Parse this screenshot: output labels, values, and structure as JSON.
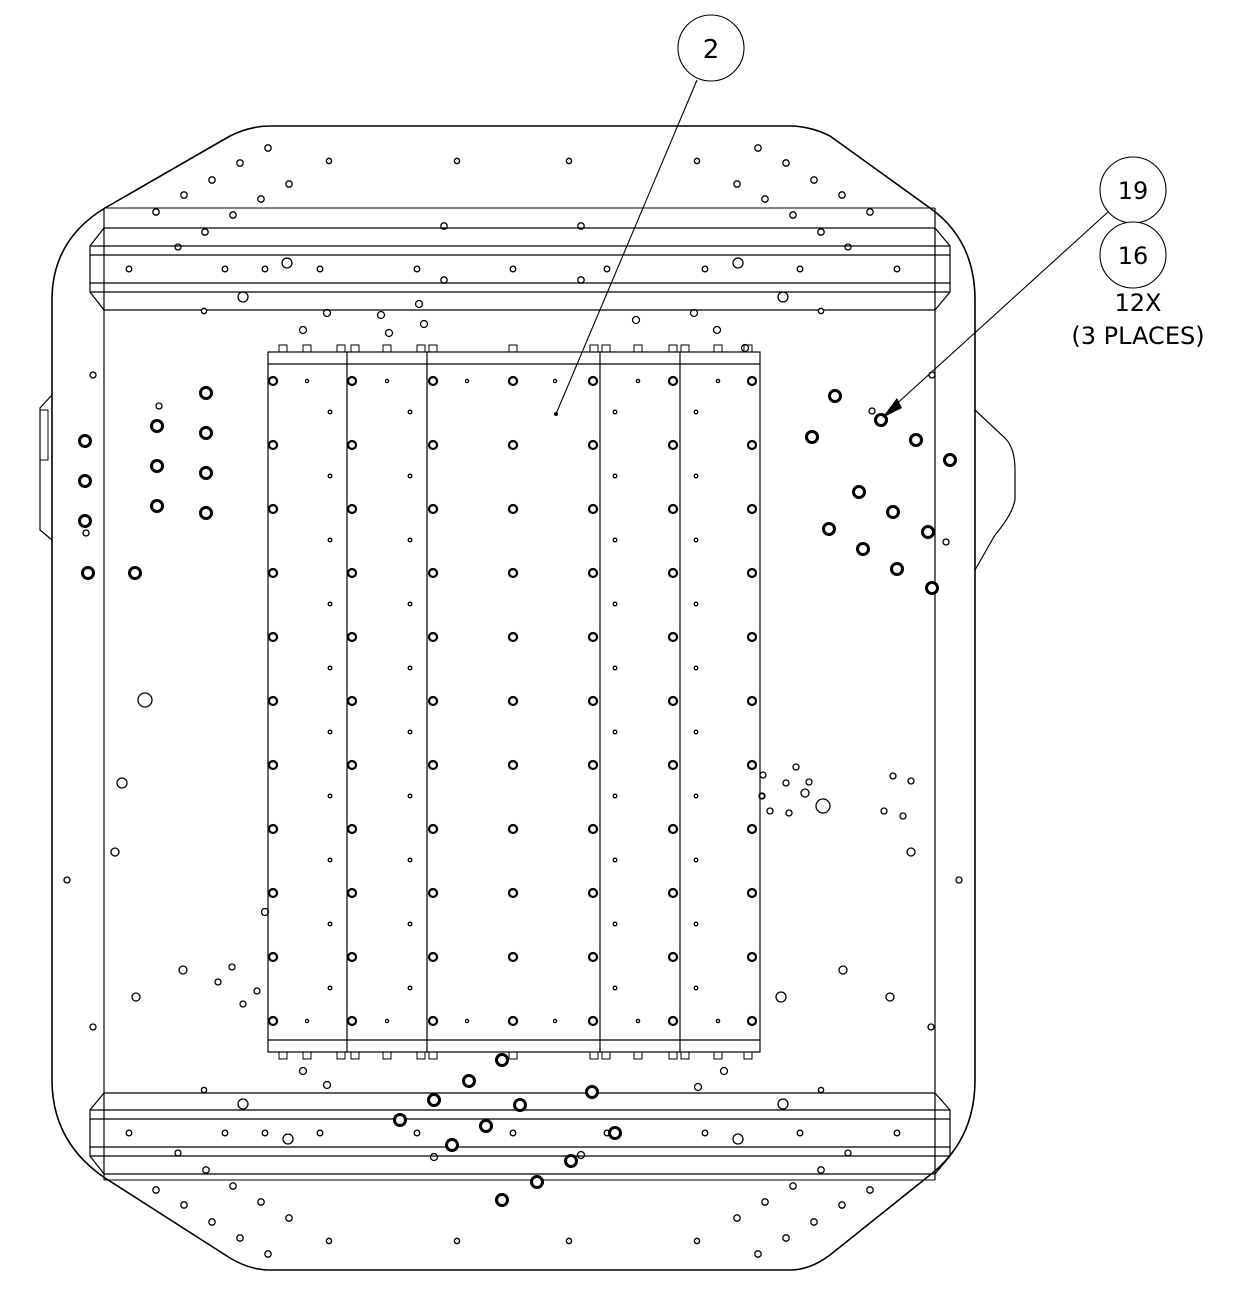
{
  "balloons": [
    {
      "id": "balloon-2",
      "text": "2"
    },
    {
      "id": "balloon-19",
      "text": "19"
    },
    {
      "id": "balloon-16",
      "text": "16"
    }
  ],
  "note": {
    "quantity": "12X",
    "places": "(3 PLACES)"
  },
  "colors": {
    "line": "#000000",
    "background": "#ffffff"
  }
}
